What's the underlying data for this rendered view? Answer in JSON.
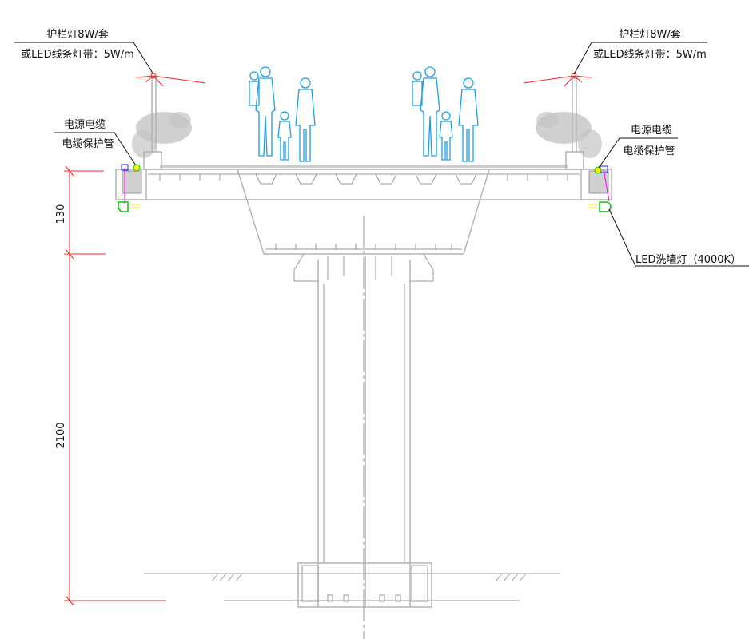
{
  "labels": {
    "railing_light_left": "护栏灯8W/套",
    "led_strip_left": "或LED线条灯带：5W/m",
    "railing_light_right": "护栏灯8W/套",
    "led_strip_right": "或LED线条灯带：5W/m",
    "power_cable_left": "电源电缆",
    "cable_conduit_left": "电缆保护管",
    "power_cable_right": "电源电缆",
    "cable_conduit_right": "电缆保护管",
    "wall_washer": "LED洗墙灯（4000K）"
  },
  "dimensions": {
    "upper": "130",
    "lower": "2100"
  },
  "colors": {
    "structure": "#b4b4b4",
    "dimension": "#ff2020",
    "people": "#1aa0e8",
    "light_fixture": "#00cc00",
    "conduit": "#ff00ff",
    "light_beam": "#ffee00"
  }
}
